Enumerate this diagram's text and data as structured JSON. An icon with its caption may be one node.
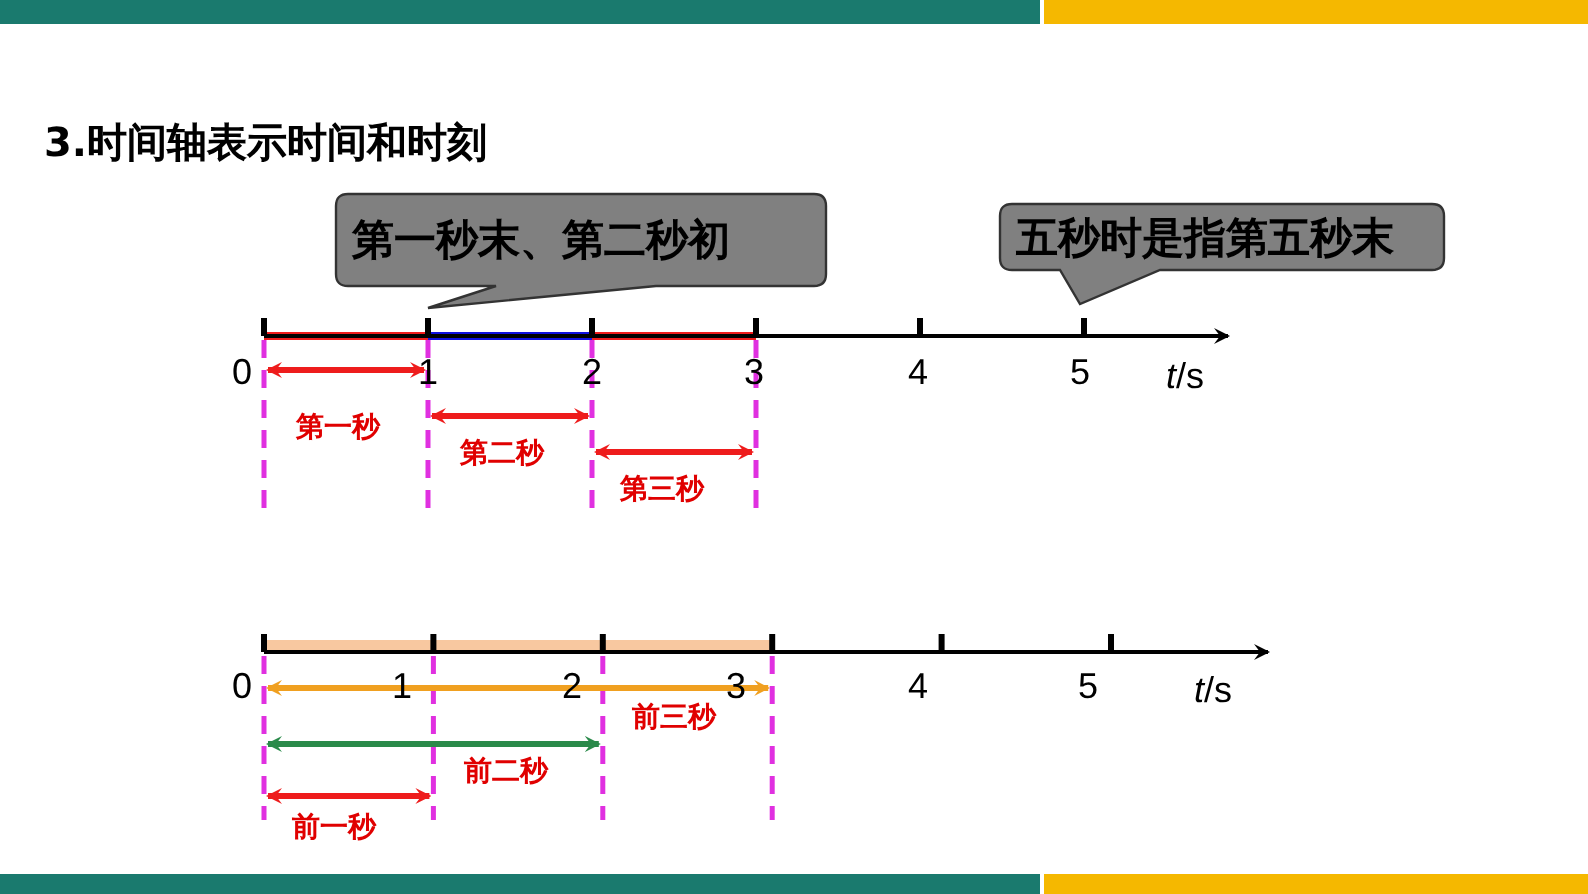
{
  "diagram": {
    "title": "3.时间轴表示时间和时刻",
    "nodes": [
      {
        "text": [
          "第一秒末、第二秒初"
        ]
      },
      {
        "text": [
          "五秒时是指第五秒末"
        ]
      }
    ],
    "labels": [
      "0",
      "1",
      "2",
      "3",
      "4",
      "5",
      "*t*/s",
      "第一秒",
      "第二秒",
      "第三秒",
      "0",
      "1",
      "2",
      "3",
      "4",
      "5",
      "*t*/s",
      "前三秒",
      "前二秒",
      "前一秒"
    ]
  }
}
